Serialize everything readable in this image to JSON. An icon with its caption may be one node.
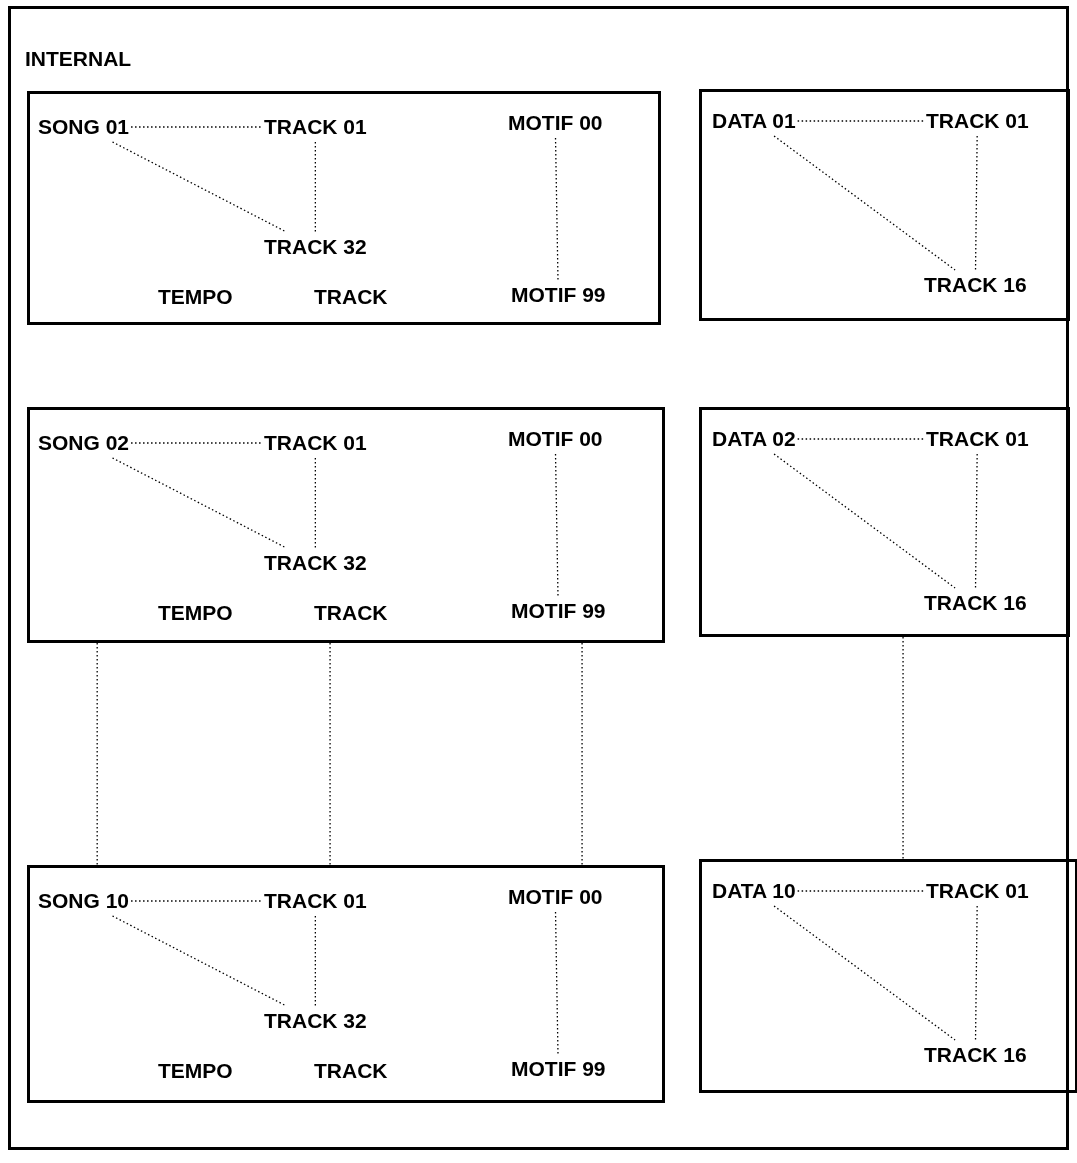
{
  "diagram": {
    "nodes": [
      {
        "text": [
          "INTERNAL"
        ]
      },
      {
        "text": [],
        "shape": "box",
        "in": 0
      },
      {
        "text": [
          "SONG 01"
        ],
        "in": 1
      },
      {
        "text": [
          "TRACK 01"
        ],
        "in": 1
      },
      {
        "text": [
          "TRACK 32"
        ],
        "in": 1
      },
      {
        "text": [
          "MOTIF 00"
        ],
        "in": 1
      },
      {
        "text": [
          "MOTIF 99"
        ],
        "in": 1
      },
      {
        "text": [
          "TEMPO"
        ],
        "in": 1
      },
      {
        "text": [
          "TRACK"
        ],
        "in": 1
      },
      {
        "text": [],
        "shape": "box",
        "in": 0
      },
      {
        "text": [
          "DATA 01"
        ],
        "in": 9
      },
      {
        "text": [
          "TRACK 01"
        ],
        "in": 9
      },
      {
        "text": [
          "TRACK 16"
        ],
        "in": 9
      },
      {
        "text": [],
        "shape": "box",
        "in": 0
      },
      {
        "text": [
          "SONG 02"
        ],
        "in": 13
      },
      {
        "text": [
          "TRACK 01"
        ],
        "in": 13
      },
      {
        "text": [
          "TRACK 32"
        ],
        "in": 13
      },
      {
        "text": [
          "MOTIF 00"
        ],
        "in": 13
      },
      {
        "text": [
          "MOTIF 99"
        ],
        "in": 13
      },
      {
        "text": [
          "TEMPO"
        ],
        "in": 13
      },
      {
        "text": [
          "TRACK"
        ],
        "in": 13
      },
      {
        "text": [],
        "shape": "box",
        "in": 0
      },
      {
        "text": [
          "DATA 02"
        ],
        "in": 21
      },
      {
        "text": [
          "TRACK 01"
        ],
        "in": 21
      },
      {
        "text": [
          "TRACK 16"
        ],
        "in": 21
      },
      {
        "text": [],
        "shape": "box",
        "in": 0
      },
      {
        "text": [
          "SONG 10"
        ],
        "in": 25
      },
      {
        "text": [
          "TRACK 01"
        ],
        "in": 25
      },
      {
        "text": [
          "TRACK 32"
        ],
        "in": 25
      },
      {
        "text": [
          "MOTIF 00"
        ],
        "in": 25
      },
      {
        "text": [
          "MOTIF 99"
        ],
        "in": 25
      },
      {
        "text": [
          "TEMPO"
        ],
        "in": 25
      },
      {
        "text": [
          "TRACK"
        ],
        "in": 25
      },
      {
        "text": [],
        "shape": "box",
        "in": 0
      },
      {
        "text": [
          "DATA 10"
        ],
        "in": 33
      },
      {
        "text": [
          "TRACK 01"
        ],
        "in": 33
      },
      {
        "text": [
          "TRACK 16"
        ],
        "in": 33
      }
    ],
    "edges": [
      {
        "from": 2,
        "to": 3,
        "arrow": "none"
      },
      {
        "from": 2,
        "to": 4,
        "arrow": "none"
      },
      {
        "from": 3,
        "to": 4,
        "arrow": "none"
      },
      {
        "from": 5,
        "to": 6,
        "arrow": "none"
      },
      {
        "from": 10,
        "to": 11,
        "arrow": "none"
      },
      {
        "from": 10,
        "to": 12,
        "arrow": "none"
      },
      {
        "from": 11,
        "to": 12,
        "arrow": "none"
      },
      {
        "from": 14,
        "to": 15,
        "arrow": "none"
      },
      {
        "from": 14,
        "to": 16,
        "arrow": "none"
      },
      {
        "from": 15,
        "to": 16,
        "arrow": "none"
      },
      {
        "from": 17,
        "to": 18,
        "arrow": "none"
      },
      {
        "from": 22,
        "to": 23,
        "arrow": "none"
      },
      {
        "from": 22,
        "to": 24,
        "arrow": "none"
      },
      {
        "from": 23,
        "to": 24,
        "arrow": "none"
      },
      {
        "from": 26,
        "to": 27,
        "arrow": "none"
      },
      {
        "from": 26,
        "to": 28,
        "arrow": "none"
      },
      {
        "from": 27,
        "to": 28,
        "arrow": "none"
      },
      {
        "from": 29,
        "to": 30,
        "arrow": "none"
      },
      {
        "from": 34,
        "to": 35,
        "arrow": "none"
      },
      {
        "from": 34,
        "to": 36,
        "arrow": "none"
      },
      {
        "from": 35,
        "to": 36,
        "arrow": "none"
      },
      {
        "from": 13,
        "to": 25,
        "arrow": "none"
      },
      {
        "from": 13,
        "to": 25,
        "arrow": "none"
      },
      {
        "from": 13,
        "to": 25,
        "arrow": "none"
      },
      {
        "from": 21,
        "to": 33,
        "arrow": "none"
      }
    ]
  }
}
